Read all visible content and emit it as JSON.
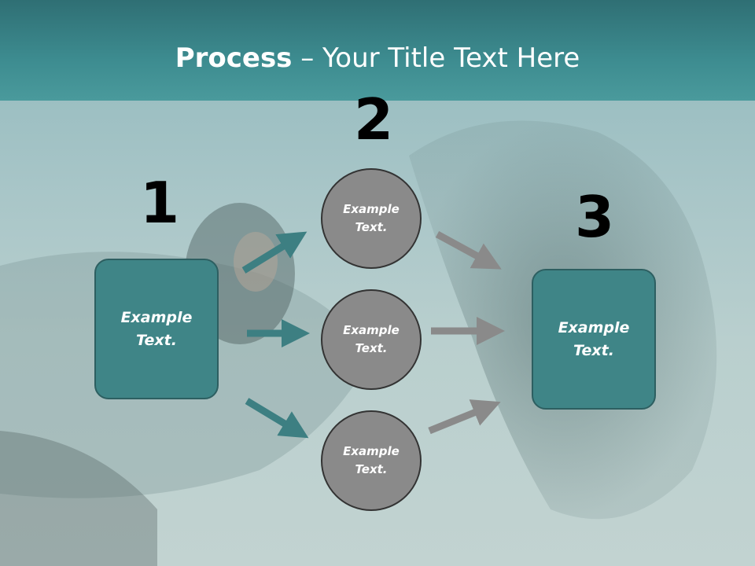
{
  "slide": {
    "title_bold": "Process",
    "title_rest": " – Your Title Text Here"
  },
  "steps": {
    "left": {
      "number": "1",
      "label": "Example\nText."
    },
    "middle": {
      "number": "2",
      "circles": [
        "Example\nText.",
        "Example\nText.",
        "Example\nText."
      ]
    },
    "right": {
      "number": "3",
      "label": "Example\nText."
    }
  },
  "colors": {
    "title_bar": "#3d8c90",
    "box_fill": "#3f8587",
    "circle_fill": "#8a8a8a",
    "arrow_teal": "#3d7f82",
    "arrow_gray": "#8a8a8a"
  },
  "background_image": "woman-with-horse-photo"
}
